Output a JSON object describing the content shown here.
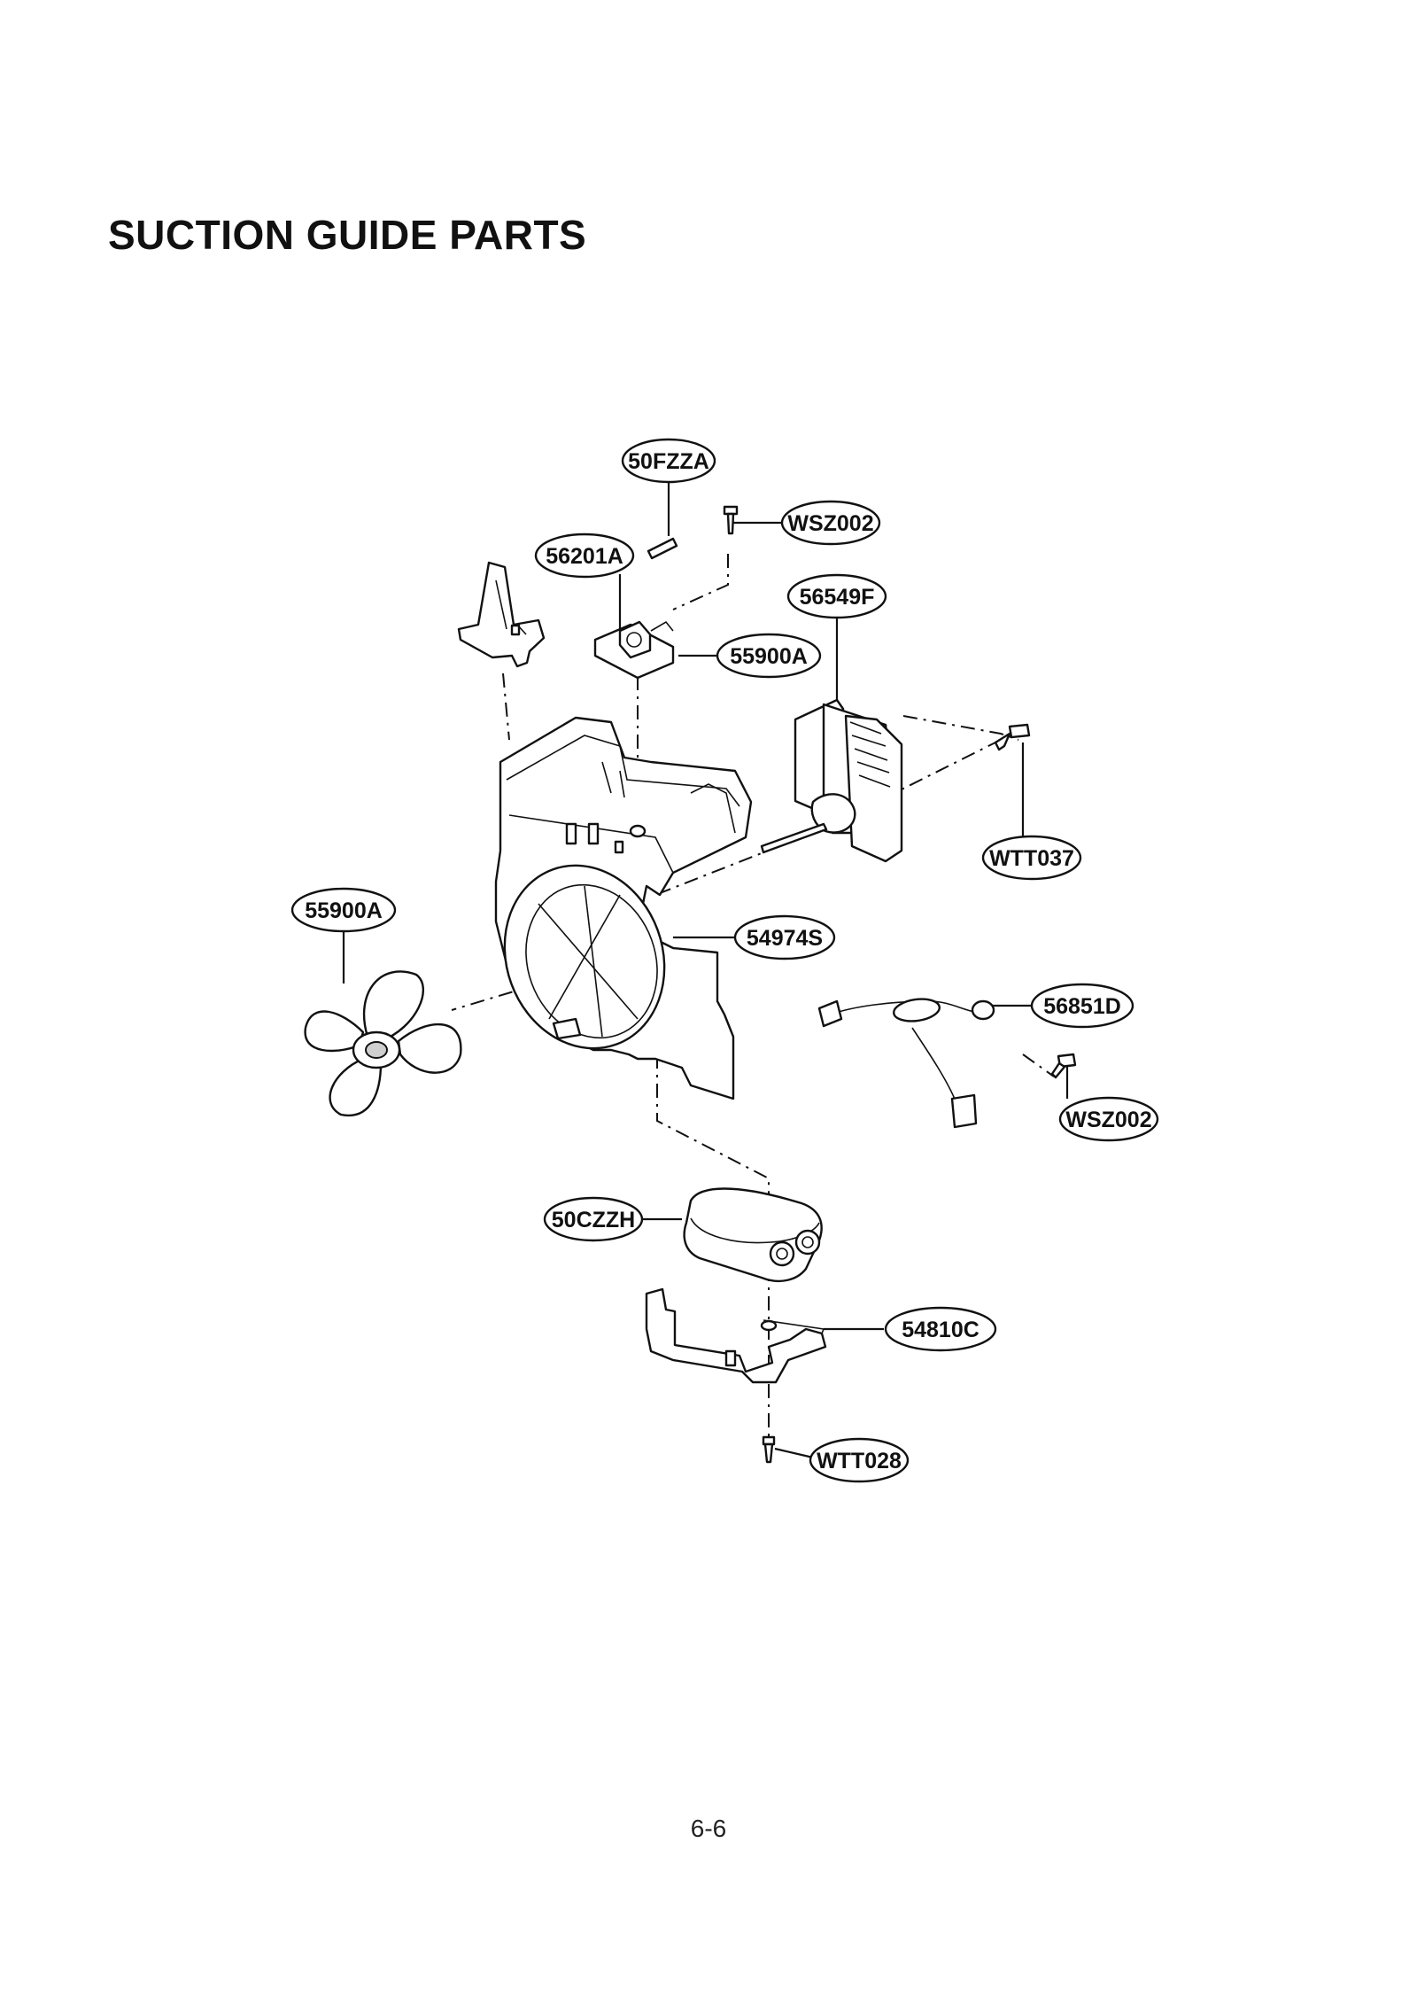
{
  "page": {
    "title": "SUCTION GUIDE PARTS",
    "page_number": "6-6"
  },
  "callouts": [
    {
      "id": "c1",
      "label": "50FZZA"
    },
    {
      "id": "c2",
      "label": "WSZ002"
    },
    {
      "id": "c3",
      "label": "56201A"
    },
    {
      "id": "c4",
      "label": "56549F"
    },
    {
      "id": "c5",
      "label": "55900A"
    },
    {
      "id": "c6",
      "label": "WTT037"
    },
    {
      "id": "c7",
      "label": "55900A"
    },
    {
      "id": "c8",
      "label": "54974S"
    },
    {
      "id": "c9",
      "label": "56851D"
    },
    {
      "id": "c10",
      "label": "WSZ002"
    },
    {
      "id": "c11",
      "label": "50CZZH"
    },
    {
      "id": "c12",
      "label": "54810C"
    },
    {
      "id": "c13",
      "label": "WTT028"
    }
  ]
}
